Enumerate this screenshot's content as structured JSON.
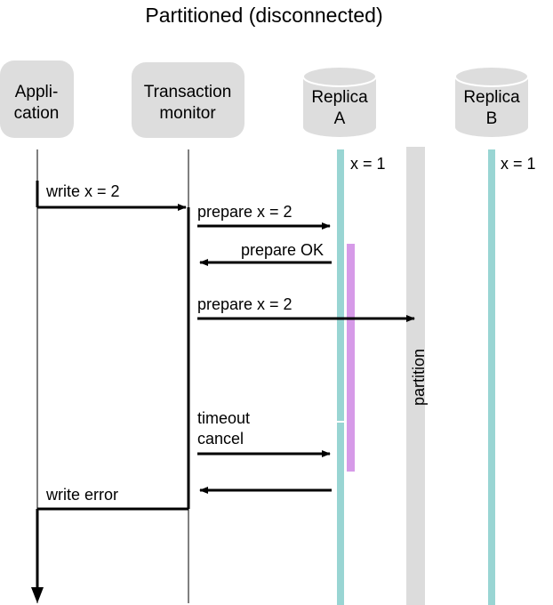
{
  "title": "Partitioned (disconnected)",
  "colors": {
    "participant_box": "#dddddd",
    "replica_lifeline": "#99d5d3",
    "partition_band": "#dcdcdc",
    "lock_bar": "#d69ae8",
    "line": "#000000"
  },
  "participants": {
    "application": {
      "line1": "Appli-",
      "line2": "cation"
    },
    "monitor": {
      "line1": "Transaction",
      "line2": "monitor"
    },
    "replica_a": {
      "line1": "Replica",
      "line2": "A",
      "state": "x = 1"
    },
    "replica_b": {
      "line1": "Replica",
      "line2": "B",
      "state": "x = 1"
    }
  },
  "messages": {
    "write": "write x = 2",
    "prepare_1": "prepare x = 2",
    "prepare_ok": "prepare OK",
    "prepare_2": "prepare x = 2",
    "timeout_line1": "timeout",
    "timeout_line2": "cancel",
    "write_error": "write error"
  },
  "partition": {
    "label": "partition"
  }
}
